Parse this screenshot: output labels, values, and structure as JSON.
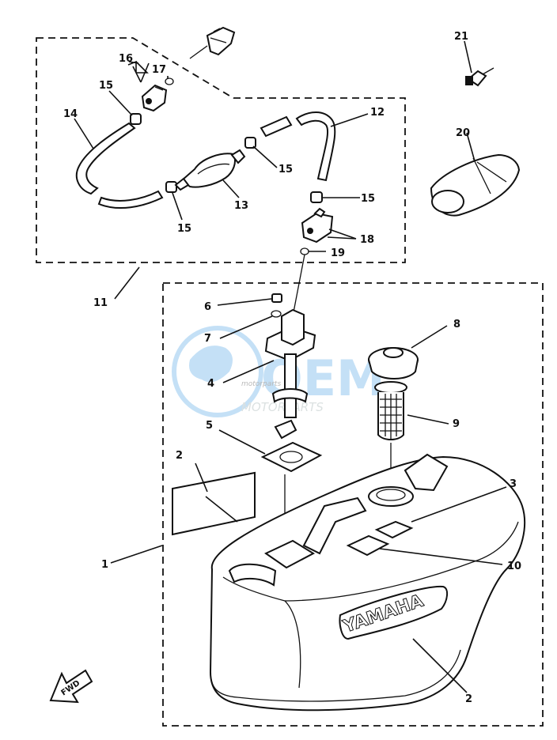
{
  "callouts": {
    "c1": "1",
    "c2a": "2",
    "c2b": "2",
    "c3": "3",
    "c4": "4",
    "c5": "5",
    "c6": "6",
    "c7": "7",
    "c8": "8",
    "c9": "9",
    "c10": "10",
    "c11": "11",
    "c12": "12",
    "c13": "13",
    "c14": "14",
    "c15a": "15",
    "c15b": "15",
    "c15c": "15",
    "c15d": "15",
    "c16": "16",
    "c17": "17",
    "c18": "18",
    "c19": "19",
    "c20": "20",
    "c21": "21"
  },
  "brand_embossing": "YAMAHA",
  "direction_marker": "FWD",
  "watermark": {
    "main": "OEM",
    "sub": "MOTORPARTS",
    "small": "motorparts"
  },
  "colors": {
    "line": "#111111",
    "watermark": "#5aa9e6"
  }
}
